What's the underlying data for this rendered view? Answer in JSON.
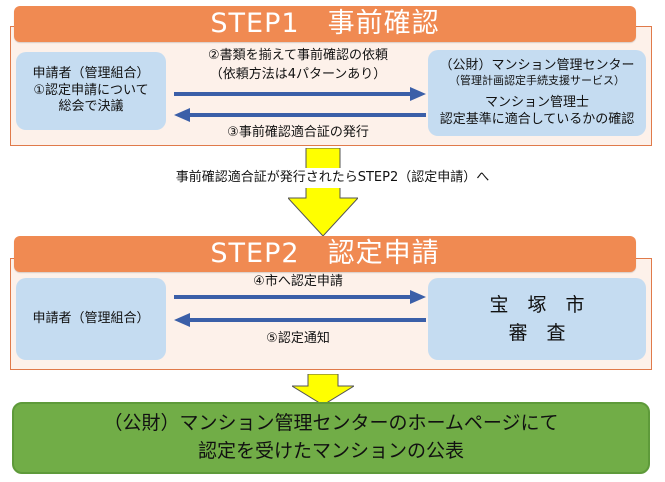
{
  "step1": {
    "title": "STEP1　事前確認",
    "applicant": {
      "line1": "申請者（管理組合）",
      "line2": "①認定申請について",
      "line3": "総会で決議"
    },
    "request_line1": "②書類を揃えて事前確認の依頼",
    "request_line2": "（依頼方法は4パターンあり）",
    "issue_label": "③事前確認適合証の発行",
    "center": {
      "line1": "（公財）マンション管理センター",
      "line2": "（管理計画認定手続支援サービス）",
      "line3": "マンション管理士",
      "line4": "認定基準に適合しているかの確認"
    }
  },
  "transition_text": "事前確認適合証が発行されたらSTEP2（認定申請）へ",
  "step2": {
    "title": "STEP2　認定申請",
    "applicant": "申請者（管理組合）",
    "apply_label": "④市へ認定申請",
    "notify_label": "⑤認定通知",
    "city": {
      "line1": "宝　塚　市",
      "line2": "審　査"
    }
  },
  "result": {
    "line1": "（公財）マンション管理センターのホームページにて",
    "line2": "認定を受けたマンションの公表"
  },
  "colors": {
    "step_bar": "#f08a52",
    "step_bg": "#fdf1ea",
    "blue_box": "#c5dcf1",
    "arrow_blue": "#3b5fa8",
    "arrow_yellow": "#ffff00",
    "green_box": "#71ad47"
  }
}
